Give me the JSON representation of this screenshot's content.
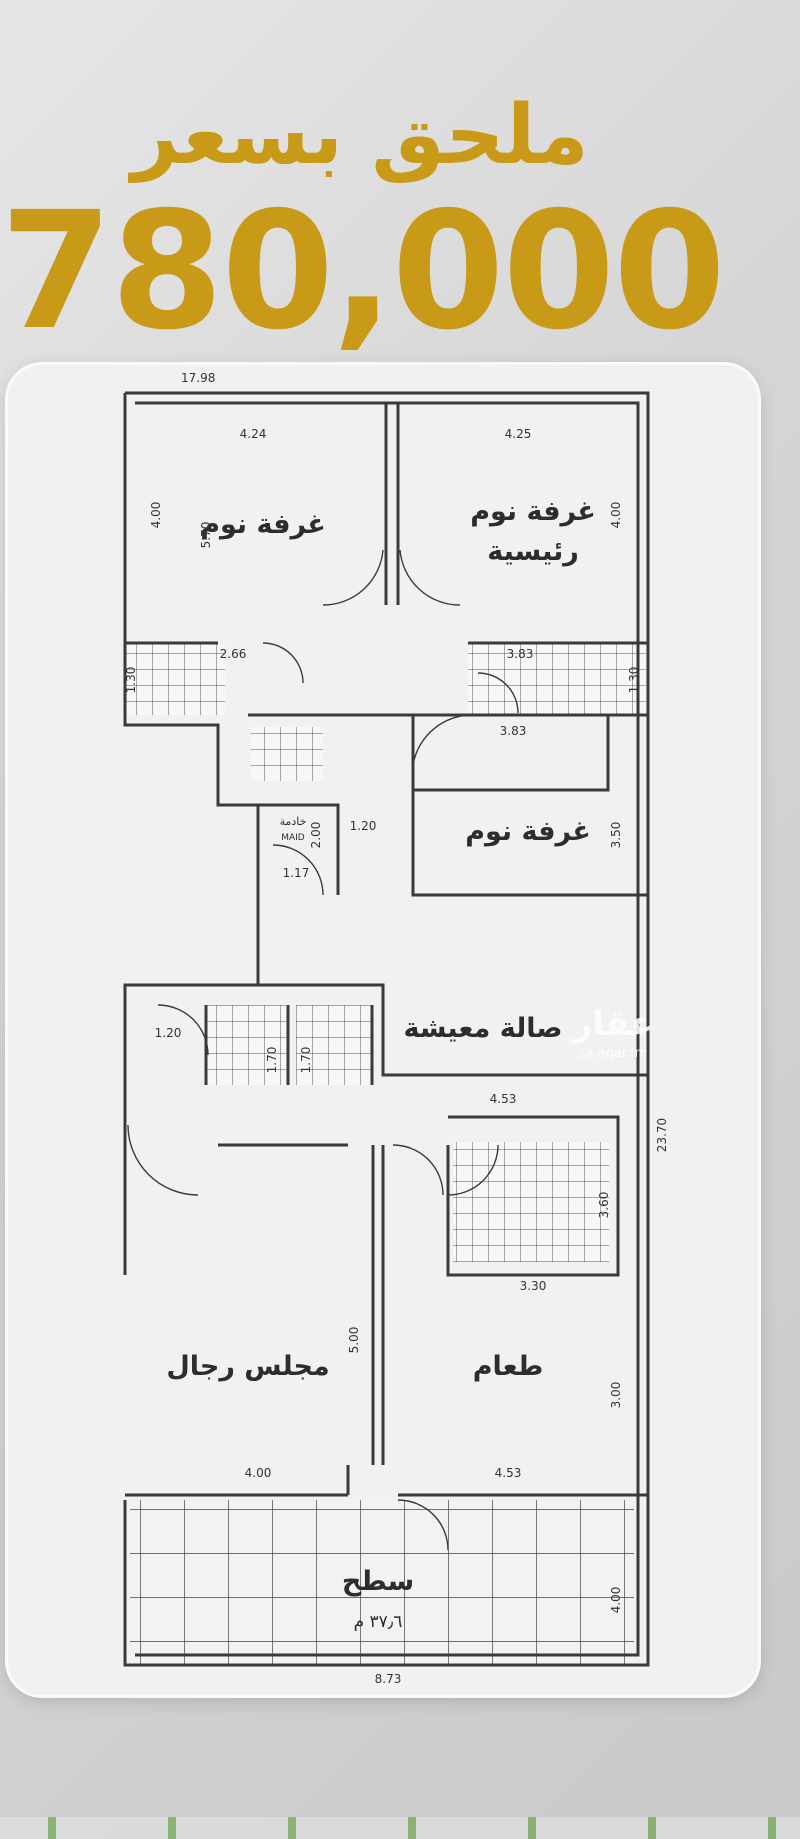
{
  "header": {
    "subtitle": "ملحق بسعر",
    "price": "780,000"
  },
  "floorplan": {
    "rooms": {
      "bedroom_top_left": "غرفة نوم",
      "master_bedroom_line1": "غرفة نوم",
      "master_bedroom_line2": "رئيسية",
      "bedroom_middle": "غرفة نوم",
      "maid_ar": "خادمة",
      "maid_en": "MAID",
      "living_hall": "صالة معيشة",
      "mens_majlis": "مجلس رجال",
      "dining": "طعام",
      "roof": "سطح",
      "roof_area": "٣٧٫٦ م"
    },
    "dimensions": {
      "overall_width": "17.98",
      "bedroom_top_left_width": "4.24",
      "master_bedroom_width": "4.25",
      "bedroom_top_depth": "4.00",
      "master_bedroom_depth": "4.00",
      "wing_depth": "5.70",
      "bath_left_width": "2.66",
      "bath_left_depth": "1.30",
      "bath_right_width": "3.83",
      "bath_right_depth": "1.30",
      "bedroom_middle_width": "3.83",
      "bedroom_middle_depth": "3.50",
      "corridor_width": "1.20",
      "maid_depth": "2.00",
      "maid_width": "1.17",
      "entry_width": "1.20",
      "wc_depth_a": "1.70",
      "wc_depth_b": "1.70",
      "living_width": "4.53",
      "kitchen_width": "3.30",
      "kitchen_depth": "3.60",
      "overall_depth": "23.70",
      "majlis_depth": "5.00",
      "dining_depth": "3.00",
      "majlis_width": "4.00",
      "dining_width": "4.53",
      "roof_depth": "4.00",
      "roof_width": "8.73"
    }
  },
  "watermark": {
    "brand": "عقار",
    "site": "sa.aqar.fm"
  },
  "colors": {
    "headline": "#c99a17",
    "wall": "#3a3a3a",
    "grid": "#555555",
    "card": "#f1f1f1"
  }
}
